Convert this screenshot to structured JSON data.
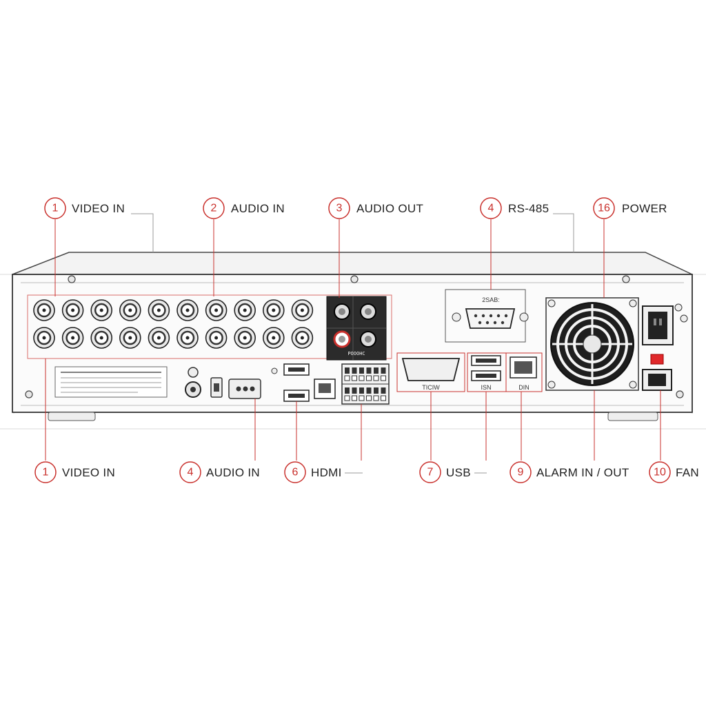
{
  "accent_color": "#c9302c",
  "callouts_top": [
    {
      "num": "1",
      "label": "VIDEO IN"
    },
    {
      "num": "2",
      "label": "AUDIO IN"
    },
    {
      "num": "3",
      "label": "AUDIO OUT"
    },
    {
      "num": "4",
      "label": "RS-485"
    },
    {
      "num": "16",
      "label": "POWER"
    }
  ],
  "callouts_bottom": [
    {
      "num": "1",
      "label": "VIDEO IN"
    },
    {
      "num": "4",
      "label": "AUDIO IN"
    },
    {
      "num": "6",
      "label": "HDMI"
    },
    {
      "num": "7",
      "label": "USB"
    },
    {
      "num": "9",
      "label": "ALARM IN / OUT"
    },
    {
      "num": "10",
      "label": "FAN"
    }
  ],
  "panel_labels": {
    "rs485_top": "2SAB:",
    "vga": "TICIW",
    "usb": "ISN",
    "lan": "DIN",
    "audio_panel": "POOOHC"
  }
}
